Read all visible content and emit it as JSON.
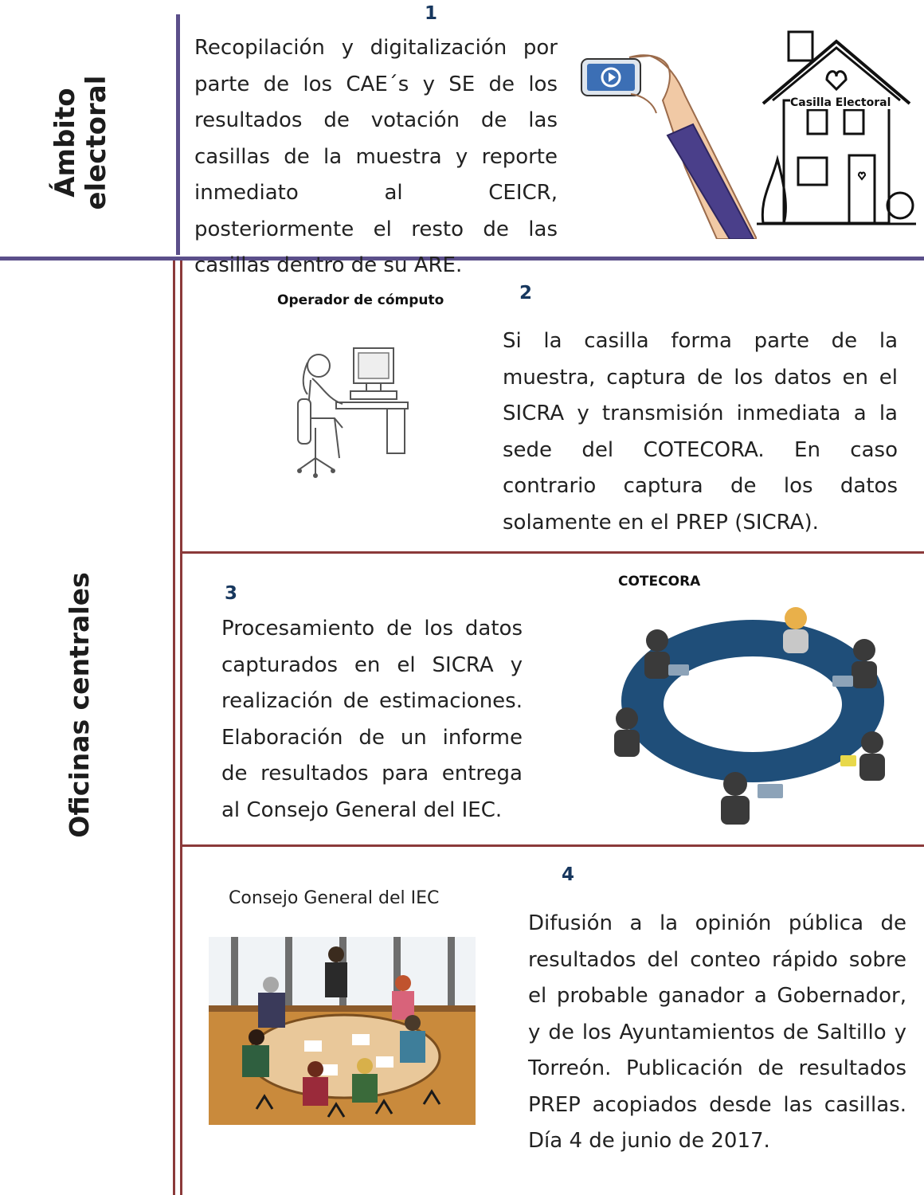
{
  "sections": {
    "electoral_label": [
      "Ámbito",
      "electoral"
    ],
    "central_label": "Oficinas centrales"
  },
  "step1": {
    "number": "1",
    "text": "Recopilación y digitalización por parte de los CAE´s y SE de los resultados de votación de las casillas de la muestra y reporte inmediato al CEICR, posteriormente el resto de las casillas dentro de su ARE.",
    "house_label": "Casilla Electoral"
  },
  "step2": {
    "number": "2",
    "caption": "Operador de cómputo",
    "text": "Si la casilla forma parte de la muestra, captura de los datos en el SICRA y transmisión inmediata a la sede del COTECORA. En caso contrario captura de los datos solamente en el PREP (SICRA)."
  },
  "step3": {
    "number": "3",
    "caption": "COTECORA",
    "text": "Procesamiento de los datos capturados en el SICRA y realización de estimaciones. Elaboración de un informe de resultados para entrega al Consejo General del IEC."
  },
  "step4": {
    "number": "4",
    "caption": "Consejo General del IEC",
    "text": "Difusión a la opinión pública de resultados del conteo rápido sobre el probable ganador a Gobernador, y de los Ayuntamientos de Saltillo y Torreón. Publicación de resultados PREP acopiados desde las casillas. Día 4 de junio de 2017."
  },
  "colors": {
    "purple": "#5b4f8a",
    "red": "#8b3a3a",
    "number": "#17375e",
    "table": "#1f4e79"
  }
}
